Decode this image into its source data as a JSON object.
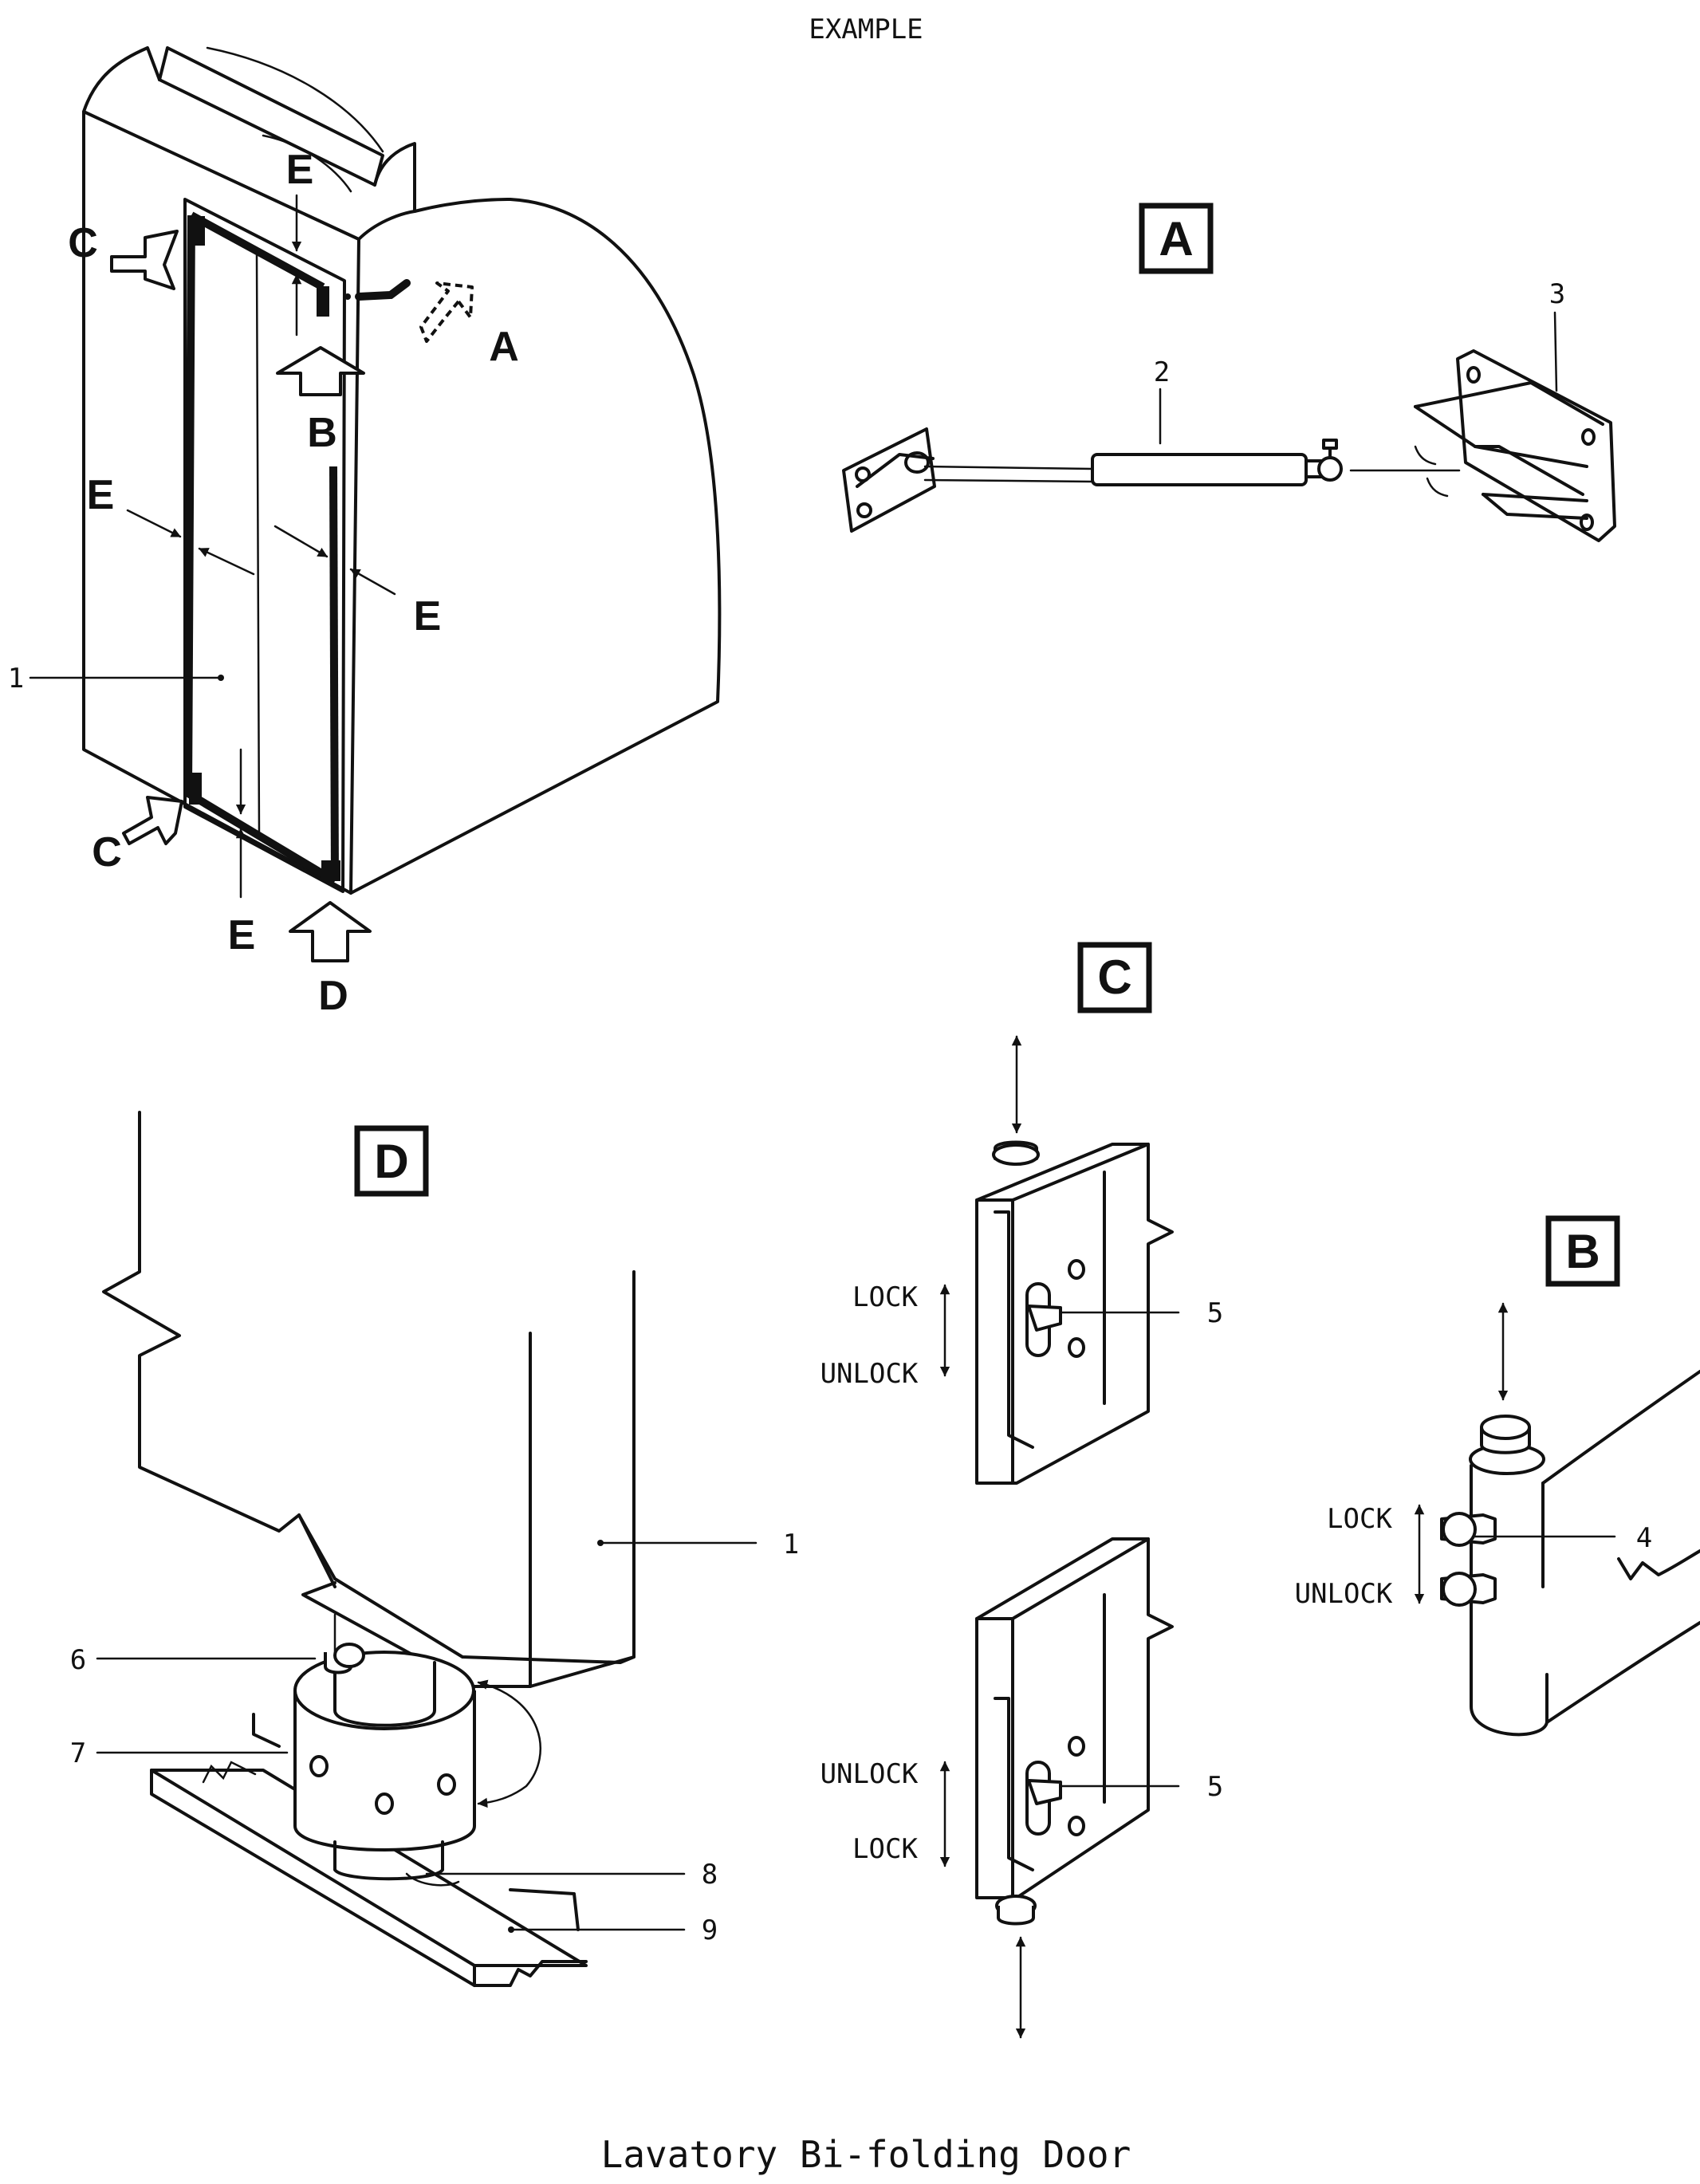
{
  "header": {
    "label": "EXAMPLE"
  },
  "caption": {
    "title": "Lavatory Bi-folding Door"
  },
  "view_letters": {
    "a": "A",
    "b": "B",
    "c": "C",
    "d": "D",
    "e": "E"
  },
  "item_numbers": {
    "n1": "1",
    "n2": "2",
    "n3": "3",
    "n4": "4",
    "n5": "5",
    "n6": "6",
    "n7": "7",
    "n8": "8",
    "n9": "9"
  },
  "motion_labels": {
    "lock": "LOCK",
    "unlock": "UNLOCK"
  }
}
